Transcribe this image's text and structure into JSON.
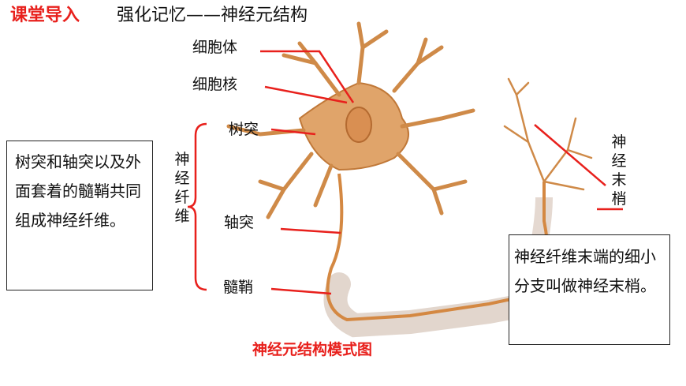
{
  "header": {
    "tag": "课堂导入",
    "title": "强化记忆——神经元结构"
  },
  "labels": {
    "cell_body": "细胞体",
    "nucleus": "细胞核",
    "dendrite": "树突",
    "axon": "轴突",
    "myelin_sheath": "髓鞘",
    "nerve_fiber": "神经纤维",
    "nerve_ending": "神经末梢"
  },
  "notes": {
    "left": "树突和轴突以及外面套着的髓鞘共同组成神经纤维。",
    "right": "神经纤维末端的细小分支叫做神经末梢。"
  },
  "caption": "神经元结构模式图",
  "colors": {
    "accent": "#e8201c",
    "neuron": "#d9904a",
    "myelin": "#e6d3c2"
  }
}
